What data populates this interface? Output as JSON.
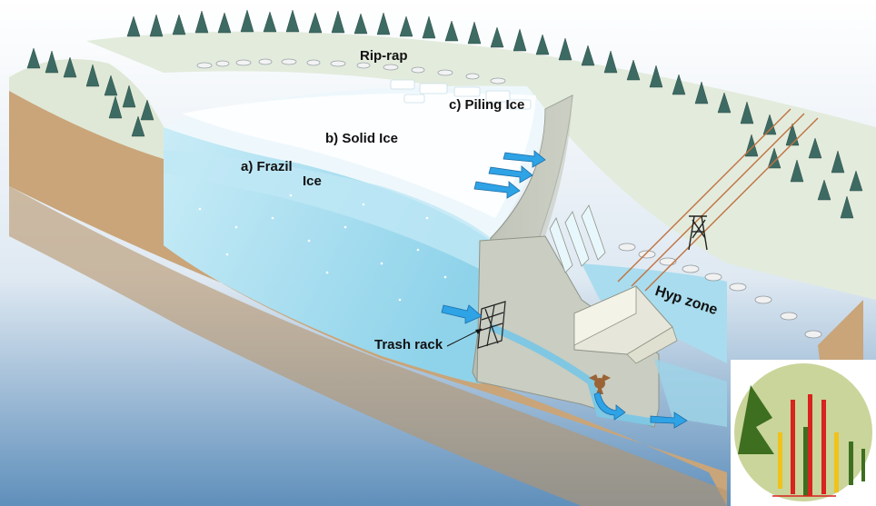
{
  "labels": {
    "rip_rap": "Rip-rap",
    "piling_ice": "c) Piling Ice",
    "solid_ice": "b)  Solid Ice",
    "frazil": "a) Frazil",
    "frazil_ice": "Ice",
    "trash_rack": "Trash rack",
    "hyp_zone": "Hyp zone"
  },
  "colors": {
    "water": "#9fd9ee",
    "ice": "#e9f6fb",
    "ground": "#c9a579",
    "dam": "#c9cdc2",
    "arrow": "#2ea3e6",
    "logo_bg": "#c9d59a",
    "logo_green": "#3e6e1f",
    "logo_red": "#d8231e",
    "logo_yellow": "#f0c21a"
  },
  "icons": {
    "logo": "bar-chart-logo-icon"
  }
}
